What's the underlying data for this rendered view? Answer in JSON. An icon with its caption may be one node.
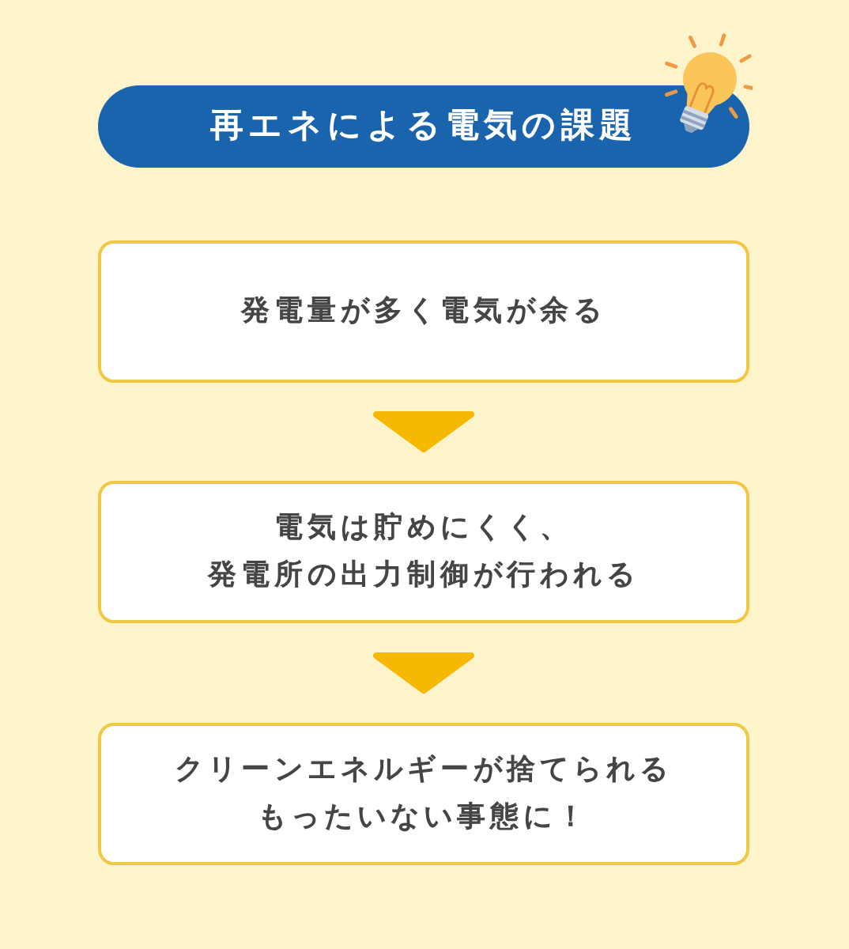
{
  "diagram": {
    "title": "再エネによる電気の課題",
    "nodes": [
      {
        "text": [
          "発電量が多く電気が余る"
        ]
      },
      {
        "text": [
          "電気は貯めにくく、発電所の出力制御が行われる"
        ]
      },
      {
        "text": [
          "クリーンエネルギーが捨てられるもったいない事態に！"
        ]
      }
    ],
    "edges": [
      {
        "from": 0,
        "to": 1,
        "arrow": "to"
      },
      {
        "from": 1,
        "to": 2,
        "arrow": "to"
      }
    ]
  }
}
